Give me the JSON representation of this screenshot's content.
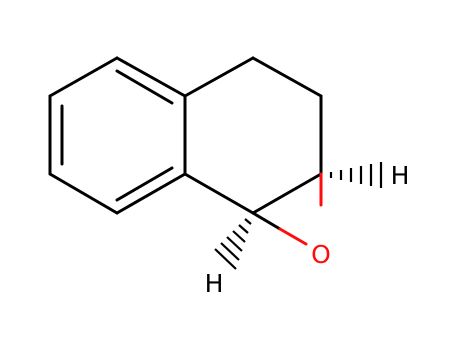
{
  "molecule": {
    "atoms": {
      "oxygen": {
        "symbol": "O",
        "color": "#ff0d0d"
      },
      "hydrogen_right": {
        "symbol": "H",
        "color": "#000000"
      },
      "hydrogen_bottom": {
        "symbol": "H",
        "color": "#000000"
      }
    },
    "colors": {
      "bond": "#000000",
      "oxygen": "#ff0d0d",
      "background": "#ffffff"
    }
  }
}
